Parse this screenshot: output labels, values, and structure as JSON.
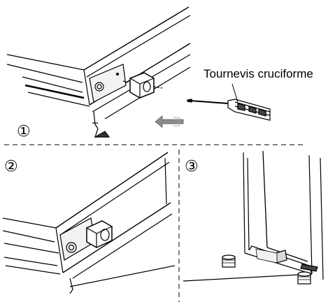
{
  "steps": {
    "step1": "①",
    "step2": "②",
    "step3": "③"
  },
  "tool_label": "Tournevis cruciforme",
  "colors": {
    "line": "#000000",
    "panel_fill": "#f2f2f2",
    "panel_dark": "#d9d9d9",
    "handle_dark": "#444444",
    "arrow_gray": "#8c8c8c"
  },
  "icons": [
    "screwdriver-icon",
    "push-arrow-icon",
    "foot-icon"
  ]
}
